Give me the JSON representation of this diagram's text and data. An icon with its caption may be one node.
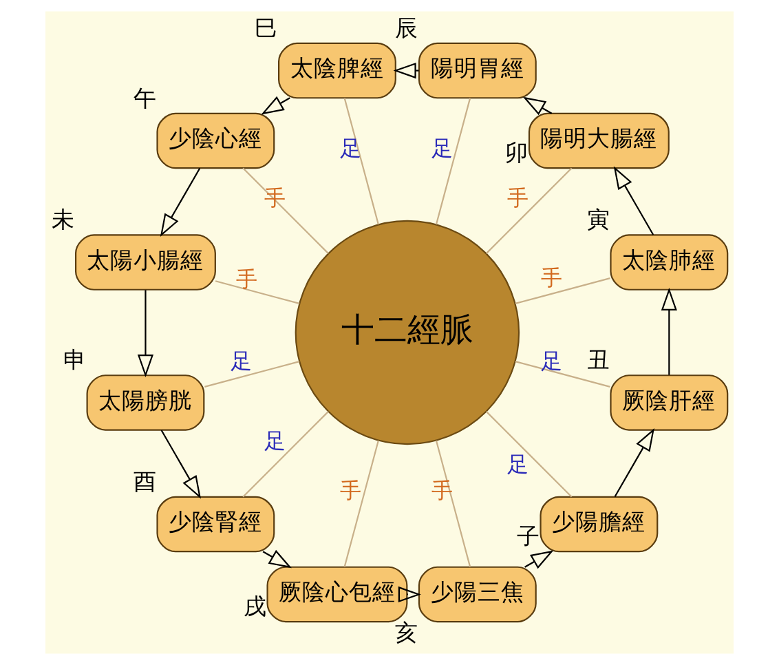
{
  "diagram": {
    "nodes": [
      {
        "text": [
          "十二經脈"
        ]
      },
      {
        "text": [
          "太陰肺經"
        ],
        "beside": [
          "寅"
        ]
      },
      {
        "text": [
          "陽明大腸經"
        ],
        "beside": [
          "卯"
        ]
      },
      {
        "text": [
          "陽明胃經"
        ],
        "beside": [
          "辰"
        ]
      },
      {
        "text": [
          "太陰脾經"
        ],
        "beside": [
          "巳"
        ]
      },
      {
        "text": [
          "少陰心經"
        ],
        "beside": [
          "午"
        ]
      },
      {
        "text": [
          "太陽小腸經"
        ],
        "beside": [
          "未"
        ]
      },
      {
        "text": [
          "太陽膀胱"
        ],
        "beside": [
          "申"
        ]
      },
      {
        "text": [
          "少陰腎經"
        ],
        "beside": [
          "酉"
        ]
      },
      {
        "text": [
          "厥陰心包經"
        ],
        "beside": [
          "戌"
        ]
      },
      {
        "text": [
          "少陽三焦"
        ],
        "beside": [
          "亥"
        ]
      },
      {
        "text": [
          "少陽膽經"
        ],
        "beside": [
          "子"
        ]
      },
      {
        "text": [
          "厥陰肝經"
        ],
        "beside": [
          "丑"
        ]
      }
    ],
    "edges": [
      {
        "from": 1,
        "to": 2,
        "arrow": "to"
      },
      {
        "from": 2,
        "to": 3,
        "arrow": "to"
      },
      {
        "from": 3,
        "to": 4,
        "arrow": "to"
      },
      {
        "from": 4,
        "to": 5,
        "arrow": "to"
      },
      {
        "from": 5,
        "to": 6,
        "arrow": "to"
      },
      {
        "from": 6,
        "to": 7,
        "arrow": "to"
      },
      {
        "from": 7,
        "to": 8,
        "arrow": "to"
      },
      {
        "from": 8,
        "to": 9,
        "arrow": "to"
      },
      {
        "from": 9,
        "to": 10,
        "arrow": "to"
      },
      {
        "from": 10,
        "to": 11,
        "arrow": "to"
      },
      {
        "from": 11,
        "to": 12,
        "arrow": "to"
      },
      {
        "from": 12,
        "to": 1,
        "arrow": "to"
      },
      {
        "from": 0,
        "to": 1,
        "arrow": "none",
        "label": "手",
        "color": "#c8b08a"
      },
      {
        "from": 0,
        "to": 2,
        "arrow": "none",
        "label": "手",
        "color": "#c8b08a"
      },
      {
        "from": 0,
        "to": 3,
        "arrow": "none",
        "label": "足",
        "color": "#c8b08a"
      },
      {
        "from": 0,
        "to": 4,
        "arrow": "none",
        "label": "足",
        "color": "#c8b08a"
      },
      {
        "from": 0,
        "to": 5,
        "arrow": "none",
        "label": "手",
        "color": "#c8b08a"
      },
      {
        "from": 0,
        "to": 6,
        "arrow": "none",
        "label": "手",
        "color": "#c8b08a"
      },
      {
        "from": 0,
        "to": 7,
        "arrow": "none",
        "label": "足",
        "color": "#c8b08a"
      },
      {
        "from": 0,
        "to": 8,
        "arrow": "none",
        "label": "足",
        "color": "#c8b08a"
      },
      {
        "from": 0,
        "to": 9,
        "arrow": "none",
        "label": "手",
        "color": "#c8b08a"
      },
      {
        "from": 0,
        "to": 10,
        "arrow": "none",
        "label": "手",
        "color": "#c8b08a"
      },
      {
        "from": 0,
        "to": 11,
        "arrow": "none",
        "label": "足",
        "color": "#c8b08a"
      },
      {
        "from": 0,
        "to": 12,
        "arrow": "none",
        "label": "足",
        "color": "#c8b08a"
      }
    ]
  }
}
